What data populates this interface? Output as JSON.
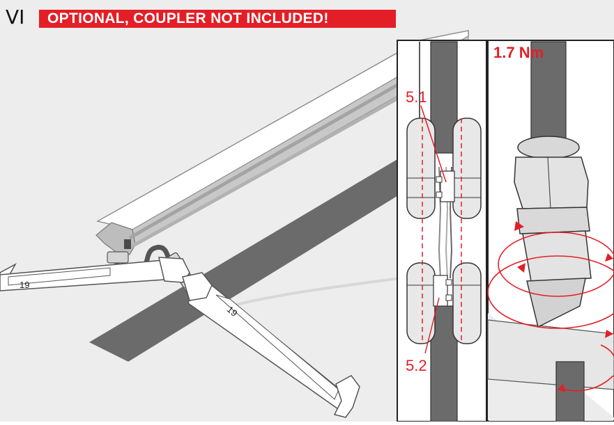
{
  "header": {
    "step_number": "VI",
    "warning": "OPTIONAL, COUPLER NOT INCLUDED!"
  },
  "detail_views": {
    "torque": "1.7 Nm",
    "callouts": [
      "5.1",
      "5.2"
    ]
  },
  "wrenches": {
    "size_left": "19",
    "size_right": "19"
  },
  "colors": {
    "accent_red": "#e41e26",
    "cable_gray": "#6b6b6b",
    "profile_gray": "#b9b9b9",
    "background_gray": "#ededed"
  }
}
